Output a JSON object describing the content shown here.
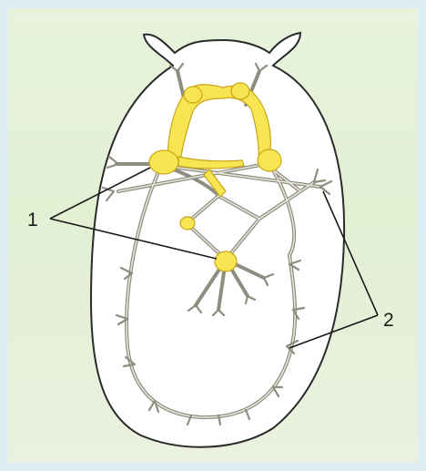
{
  "diagram": {
    "labels": [
      {
        "id": "1",
        "text": "1"
      },
      {
        "id": "2",
        "text": "2"
      }
    ],
    "colors": {
      "background": "#dcedf3",
      "paper": "#e6f1d8",
      "ganglion": "#f7e552",
      "nerve": "#d8d8c8",
      "outline": "#2a2a2a"
    }
  }
}
